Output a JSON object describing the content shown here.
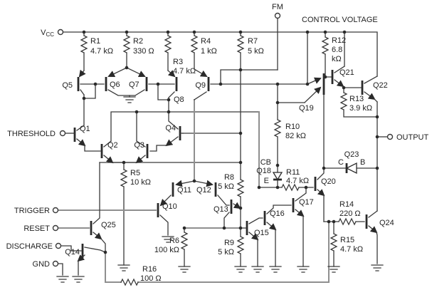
{
  "terminals": {
    "vcc": {
      "label": "V",
      "sub": "CC"
    },
    "fm": {
      "label": "FM"
    },
    "control_voltage": {
      "label": "CONTROL VOLTAGE"
    },
    "threshold": {
      "label": "THRESHOLD"
    },
    "trigger": {
      "label": "TRIGGER"
    },
    "reset": {
      "label": "RESET"
    },
    "discharge": {
      "label": "DISCHARGE"
    },
    "gnd": {
      "label": "GND"
    },
    "output": {
      "label": "OUTPUT"
    }
  },
  "resistors": {
    "r1": {
      "name": "R1",
      "value": "4.7 kΩ"
    },
    "r2": {
      "name": "R2",
      "value": "330 Ω"
    },
    "r3": {
      "name": "R3",
      "value": "4.7 kΩ"
    },
    "r4": {
      "name": "R4",
      "value": "1 kΩ"
    },
    "r5": {
      "name": "R5",
      "value": "10 kΩ"
    },
    "r6": {
      "name": "R6",
      "value": "100 kΩ"
    },
    "r7": {
      "name": "R7",
      "value": "5 kΩ"
    },
    "r8": {
      "name": "R8",
      "value": "5 kΩ"
    },
    "r9": {
      "name": "R9",
      "value": "5 kΩ"
    },
    "r10": {
      "name": "R10",
      "value": "82 kΩ"
    },
    "r11": {
      "name": "R11",
      "value": "4.7 kΩ"
    },
    "r12": {
      "name": "R12",
      "value": "6.8",
      "unit": "kΩ"
    },
    "r13": {
      "name": "R13",
      "value": "3.9 kΩ"
    },
    "r14": {
      "name": "R14",
      "value": "220 Ω"
    },
    "r15": {
      "name": "R15",
      "value": "4.7 kΩ"
    },
    "r16": {
      "name": "R16",
      "value": "100 Ω"
    }
  },
  "transistors": {
    "q1": "Q1",
    "q2": "Q2",
    "q3": "Q3",
    "q4": "Q4",
    "q5": "Q5",
    "q6": "Q6",
    "q7": "Q7",
    "q8": "Q8",
    "q9": "Q9",
    "q10": "Q10",
    "q11": "Q11",
    "q12": "Q12",
    "q13": "Q13",
    "q14": "Q14",
    "q15": "Q15",
    "q16": "Q16",
    "q17": "Q17",
    "q18": "Q18",
    "q19": "Q19",
    "q20": "Q20",
    "q21": "Q21",
    "q22": "Q22",
    "q23": "Q23",
    "q24": "Q24",
    "q25": "Q25"
  },
  "node_labels": {
    "cb": "CB",
    "e": "E",
    "c": "C",
    "b": "B"
  },
  "colors": {
    "wire": "#3a3a3a",
    "bus_wire": "#8f8f8f",
    "background": "#ffffff"
  }
}
